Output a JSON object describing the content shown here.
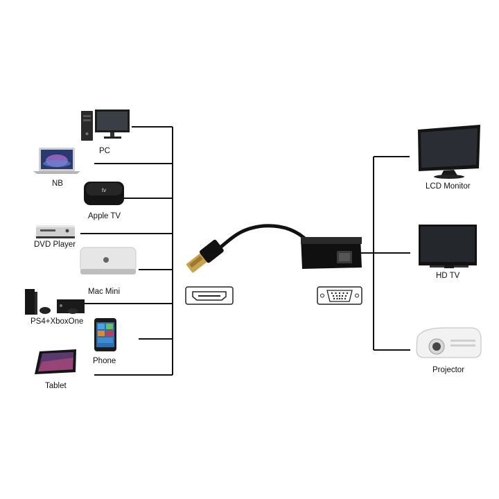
{
  "sources": {
    "pc": "PC",
    "nb": "NB",
    "apple_tv": "Apple TV",
    "dvd_player": "DVD Player",
    "mac_mini": "Mac Mini",
    "game_consoles": "PS4+XboxOne",
    "phone": "Phone",
    "tablet": "Tablet"
  },
  "outputs": {
    "lcd_monitor": "LCD Monitor",
    "hd_tv": "HD TV",
    "projector": "Projector"
  },
  "colors": {
    "line": "#111111",
    "device_dark": "#1a1a1a",
    "device_silver": "#d9d9d9",
    "connector_gold": "#c9a24a"
  },
  "icons": {
    "hdmi_port": "hdmi-port-icon",
    "vga_port": "vga-port-icon"
  }
}
